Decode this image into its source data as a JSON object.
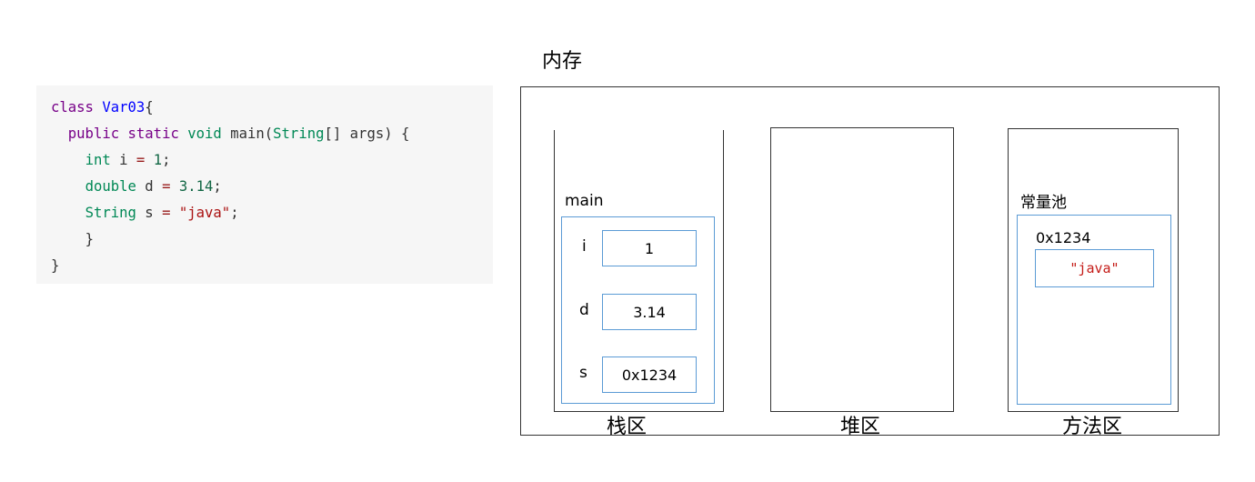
{
  "code": {
    "line1": {
      "kw": "class",
      "name": "Var03",
      "brace": "{"
    },
    "line2": {
      "kw1": "public",
      "kw2": "static",
      "type": "void",
      "rest1": "main(",
      "ptype": "String",
      "rest2": "[] args) {"
    },
    "line3": {
      "type": "int",
      "var": "i",
      "eq": "=",
      "val": "1",
      "end": ";"
    },
    "line4": {
      "type": "double",
      "var": "d",
      "eq": "=",
      "val": "3.14",
      "end": ";"
    },
    "line5": {
      "type": "String",
      "var": "s",
      "eq": "=",
      "val": "\"java\"",
      "end": ";"
    },
    "line6": "}",
    "line7": "}"
  },
  "memory": {
    "title": "内存",
    "stack": {
      "label": "栈区",
      "frame_label": "main",
      "vars": [
        {
          "name": "i",
          "value": "1"
        },
        {
          "name": "d",
          "value": "3.14"
        },
        {
          "name": "s",
          "value": "0x1234"
        }
      ]
    },
    "heap": {
      "label": "堆区"
    },
    "method_area": {
      "label": "方法区",
      "pool_label": "常量池",
      "address": "0x1234",
      "value": "\"java\""
    }
  }
}
